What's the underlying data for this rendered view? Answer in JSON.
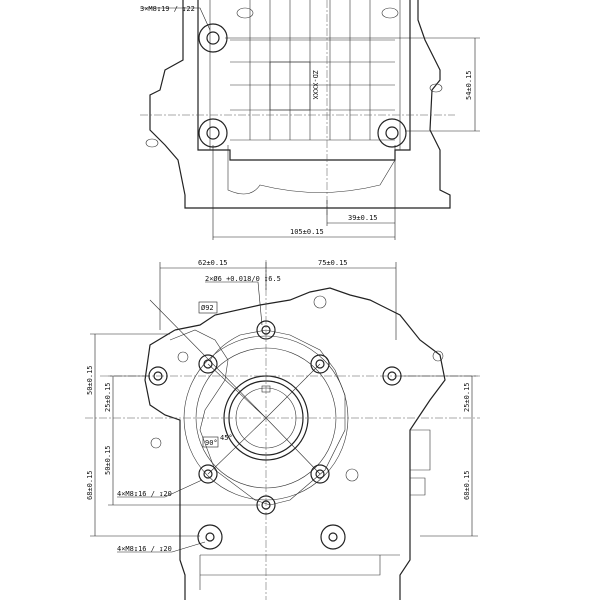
{
  "top_view": {
    "bolt_callout": "3×M8↧19 / ↧22",
    "part_marking": "ZD-XXXX",
    "dim_vertical": "54±0.15",
    "dim_short": "39±0.15",
    "dim_long": "105±0.15"
  },
  "front_view": {
    "dim_left_horizontal": "62±0.15",
    "dim_right_horizontal": "75±0.15",
    "pin_callout": "2×Ø6 +0.018/0 ↧6.5",
    "pilot_diameter": "Ø92",
    "dim_left_upper_outer": "50±0.15",
    "dim_left_upper_inner": "25±0.15",
    "dim_left_lower_inner": "50±0.15",
    "dim_left_lower_outer": "68±0.15",
    "dim_right_upper": "25±0.15",
    "dim_right_lower": "68±0.15",
    "angle_90": "90°",
    "angle_45": "45°",
    "bolt_callout_inner": "4×M8↧16 / ↧20",
    "bolt_callout_outer": "4×M8↧16 / ↧20"
  }
}
